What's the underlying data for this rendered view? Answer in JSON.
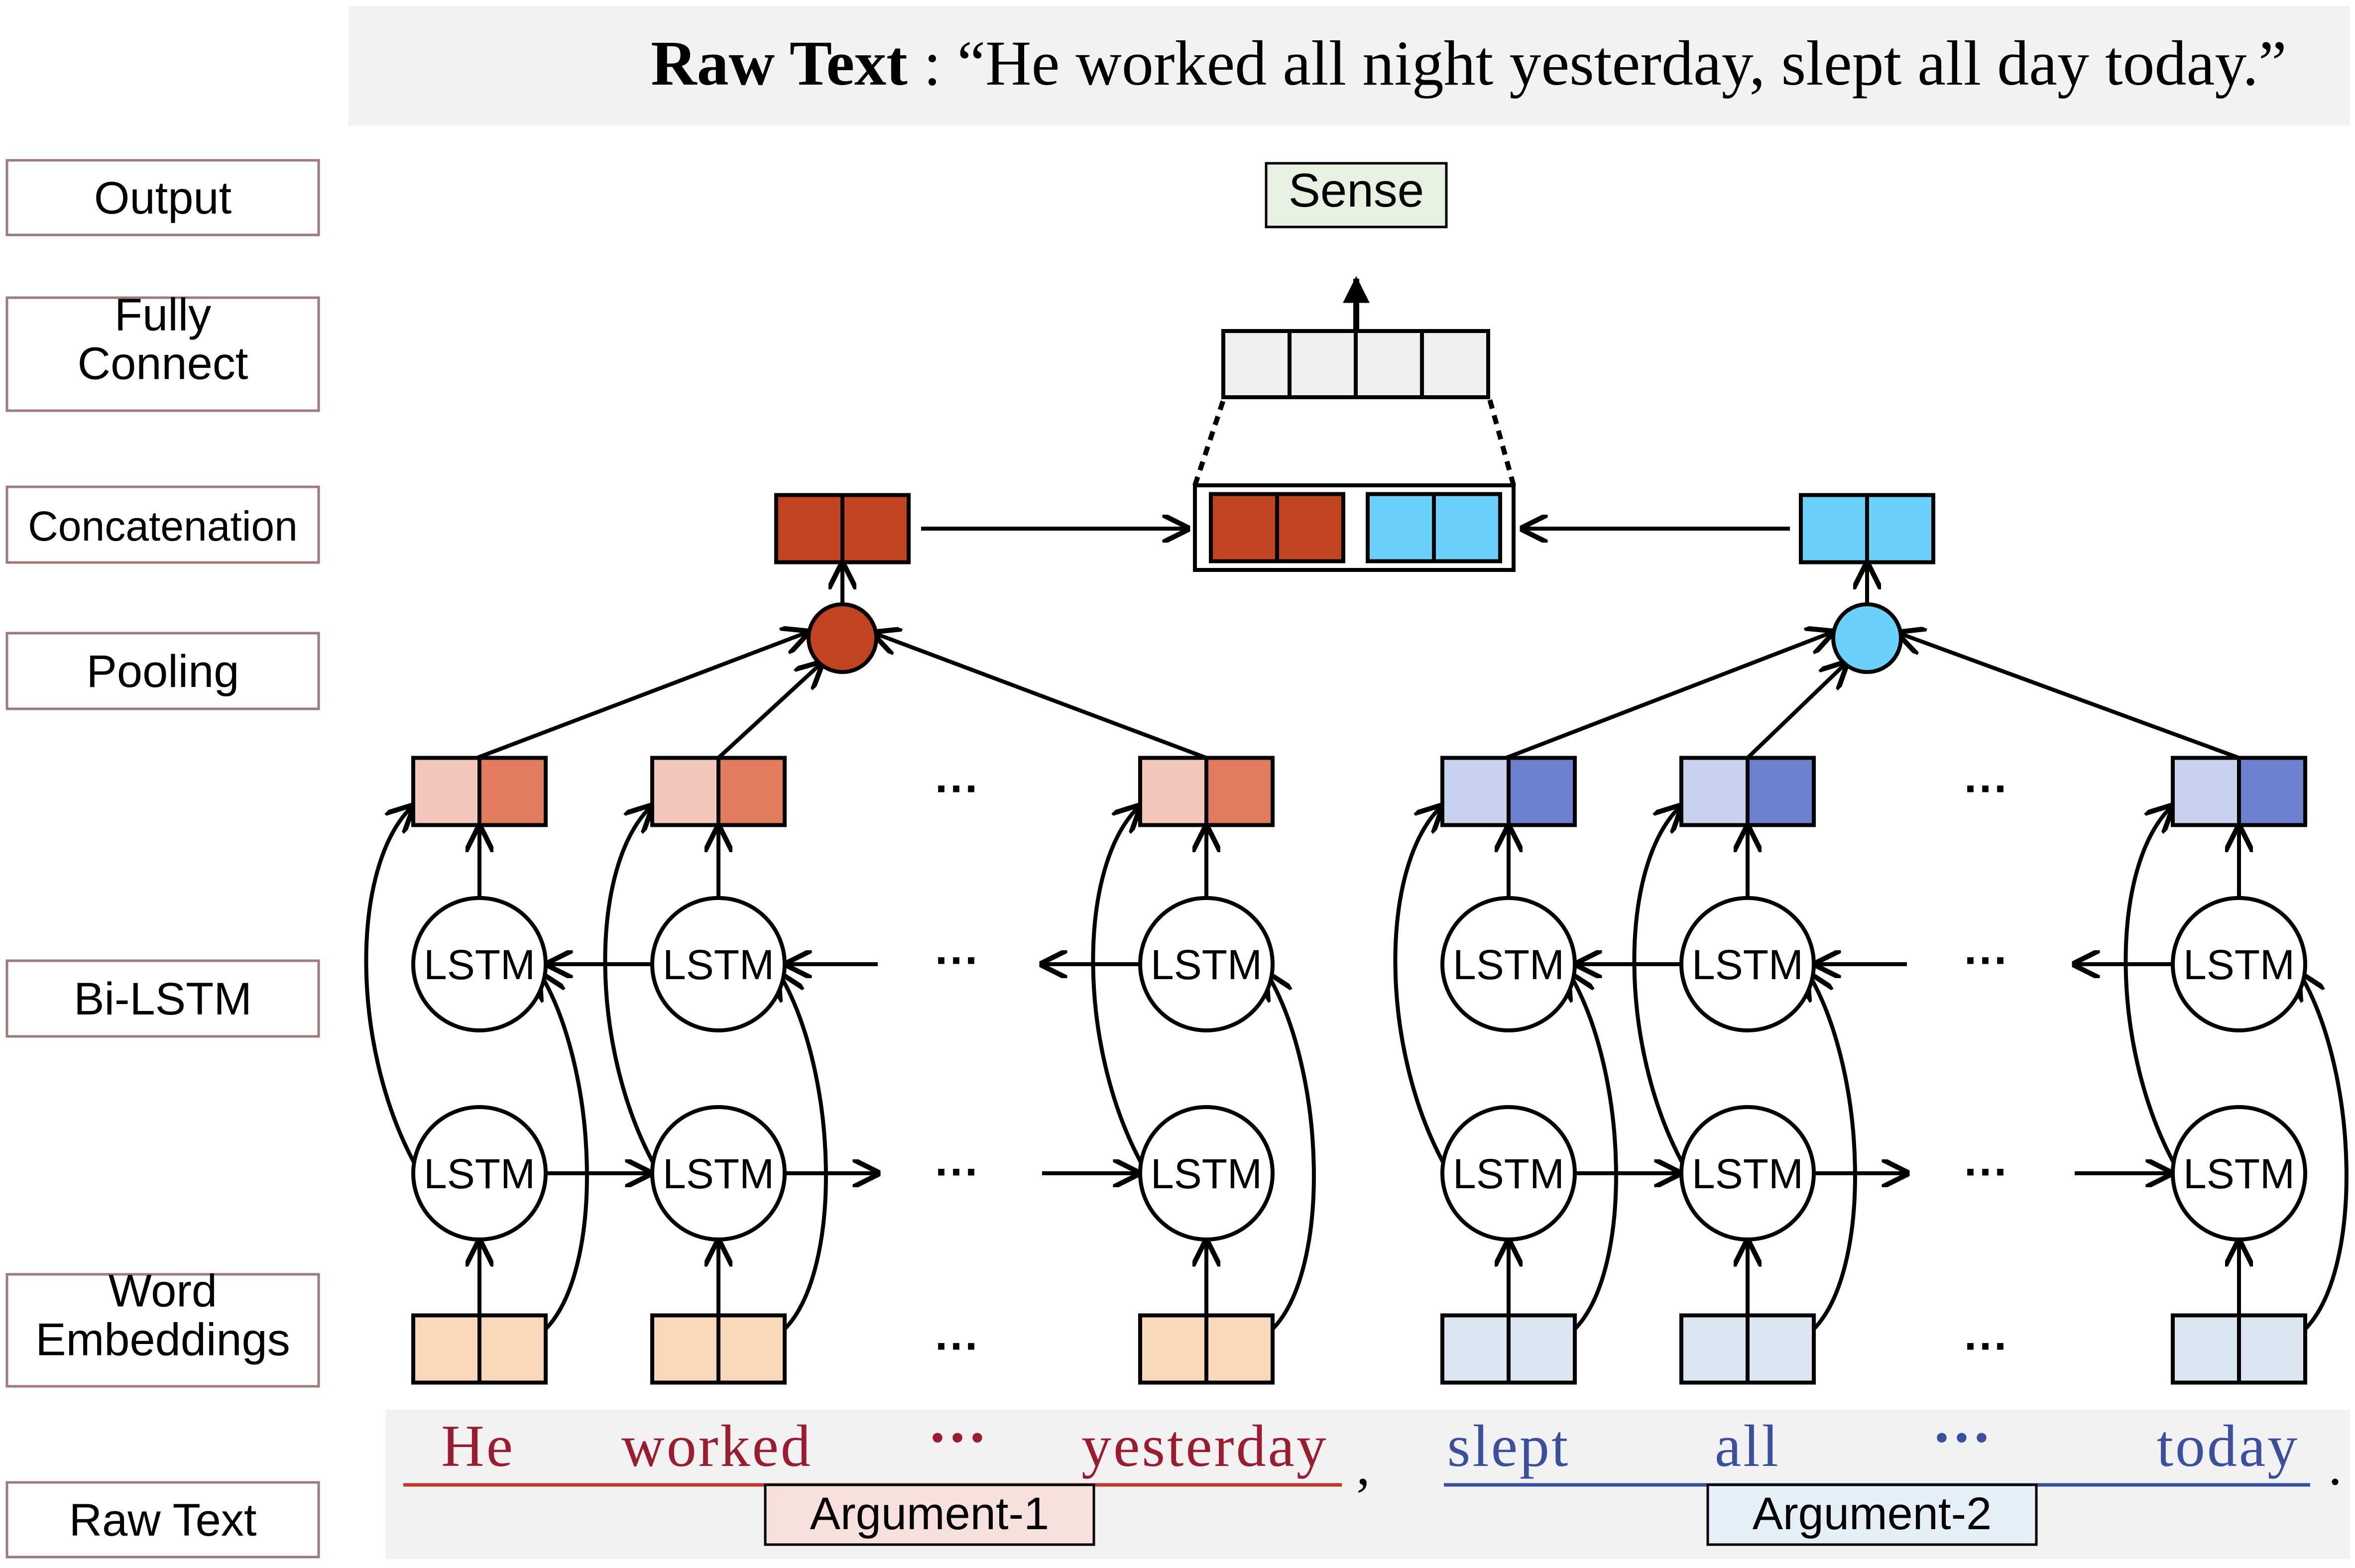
{
  "header": {
    "label": "Raw Text",
    "separator": " : ",
    "sentence": "“He worked all night yesterday,  slept all day today.”"
  },
  "layers": [
    {
      "key": "output",
      "label": "Output"
    },
    {
      "key": "fully_connect",
      "label": [
        "Fully",
        "Connect"
      ]
    },
    {
      "key": "concatenation",
      "label": "Concatenation"
    },
    {
      "key": "pooling",
      "label": "Pooling"
    },
    {
      "key": "bilstm",
      "label": "Bi-LSTM"
    },
    {
      "key": "embeddings",
      "label": [
        "Word",
        "Embeddings"
      ]
    },
    {
      "key": "raw_text",
      "label": "Raw Text"
    }
  ],
  "output_label": "Sense",
  "lstm_label": "LSTM",
  "ellipsis": "···",
  "arguments": [
    {
      "name": "Argument-1",
      "words": [
        "He",
        "worked",
        "···",
        "yesterday"
      ],
      "punct": ",",
      "text_color": "#9b1c2e",
      "line_color": "#c0392b"
    },
    {
      "name": "Argument-2",
      "words": [
        "slept",
        "all",
        "···",
        "today"
      ],
      "punct": ".",
      "text_color": "#3a4fa0",
      "line_color": "#3a4fa0"
    }
  ],
  "colors": {
    "arg1_pool": "#c1441f",
    "arg1_hidden_left": "#f3c8bb",
    "arg1_hidden_right": "#e27a5e",
    "arg1_embed": "#f8d7bb",
    "arg2_pool": "#69d1fb",
    "arg2_hidden_left": "#c9d3f0",
    "arg2_hidden_right": "#6d7fcf",
    "arg2_embed": "#dce6f1",
    "fc_cell": "#efefef",
    "sense_bg": "#e8f1e1",
    "layer_box_border": "#a07a7a",
    "label1_bg": "#f7e0de",
    "label2_bg": "#e6eef8",
    "header_bg": "#f2f2f2"
  }
}
